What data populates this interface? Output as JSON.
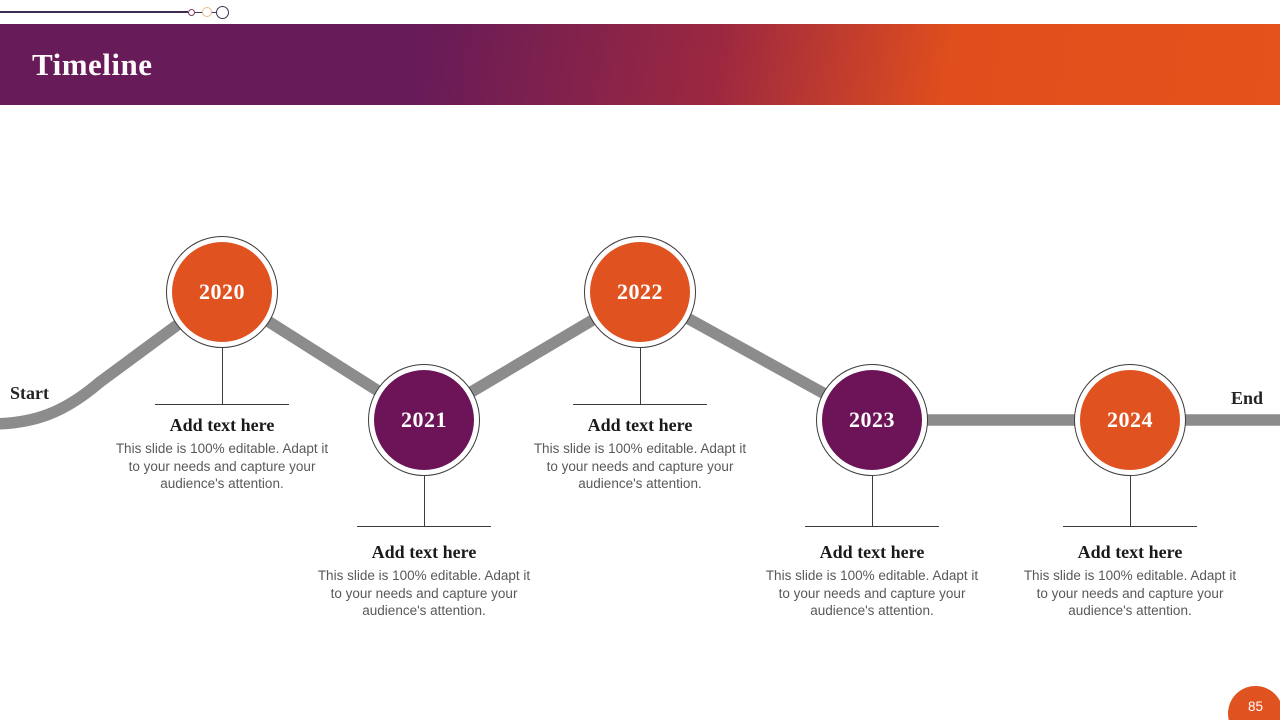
{
  "header": {
    "title": "Timeline",
    "bg_left_color": "#671b58",
    "bg_right_color": "#e5521a",
    "title_color": "#fdfafc"
  },
  "decor": {
    "line_color": "#3e2b4e",
    "circles": [
      {
        "name": "small-circle",
        "border_color": "#7b3c62"
      },
      {
        "name": "medium-circle",
        "border_color": "#e9ba8e"
      },
      {
        "name": "large-circle",
        "border_color": "#333a4f"
      }
    ]
  },
  "timeline": {
    "start_label": "Start",
    "end_label": "End",
    "path_color": "#8c8c8c",
    "connector_color": "#3c3c3c"
  },
  "milestones": [
    {
      "year": "2020",
      "circle_color": "#e0521f",
      "placement": "top",
      "heading": "Add text here",
      "body": "This slide is 100% editable. Adapt it to your needs and capture your audience's attention."
    },
    {
      "year": "2021",
      "circle_color": "#6d1459",
      "placement": "bottom",
      "heading": "Add text here",
      "body": "This slide is 100% editable. Adapt it to your needs and capture your audience's attention."
    },
    {
      "year": "2022",
      "circle_color": "#e0521f",
      "placement": "top",
      "heading": "Add text here",
      "body": "This slide is 100% editable. Adapt it to your needs and capture your audience's attention."
    },
    {
      "year": "2023",
      "circle_color": "#6d1459",
      "placement": "bottom",
      "heading": "Add text here",
      "body": "This slide is 100% editable. Adapt it to your needs and capture your audience's attention."
    },
    {
      "year": "2024",
      "circle_color": "#e0521f",
      "placement": "bottom",
      "heading": "Add text here",
      "body": "This slide is 100% editable. Adapt it to your needs and capture your audience's attention."
    }
  ],
  "footer": {
    "page_number": "85",
    "badge_color": "#e0521f"
  }
}
